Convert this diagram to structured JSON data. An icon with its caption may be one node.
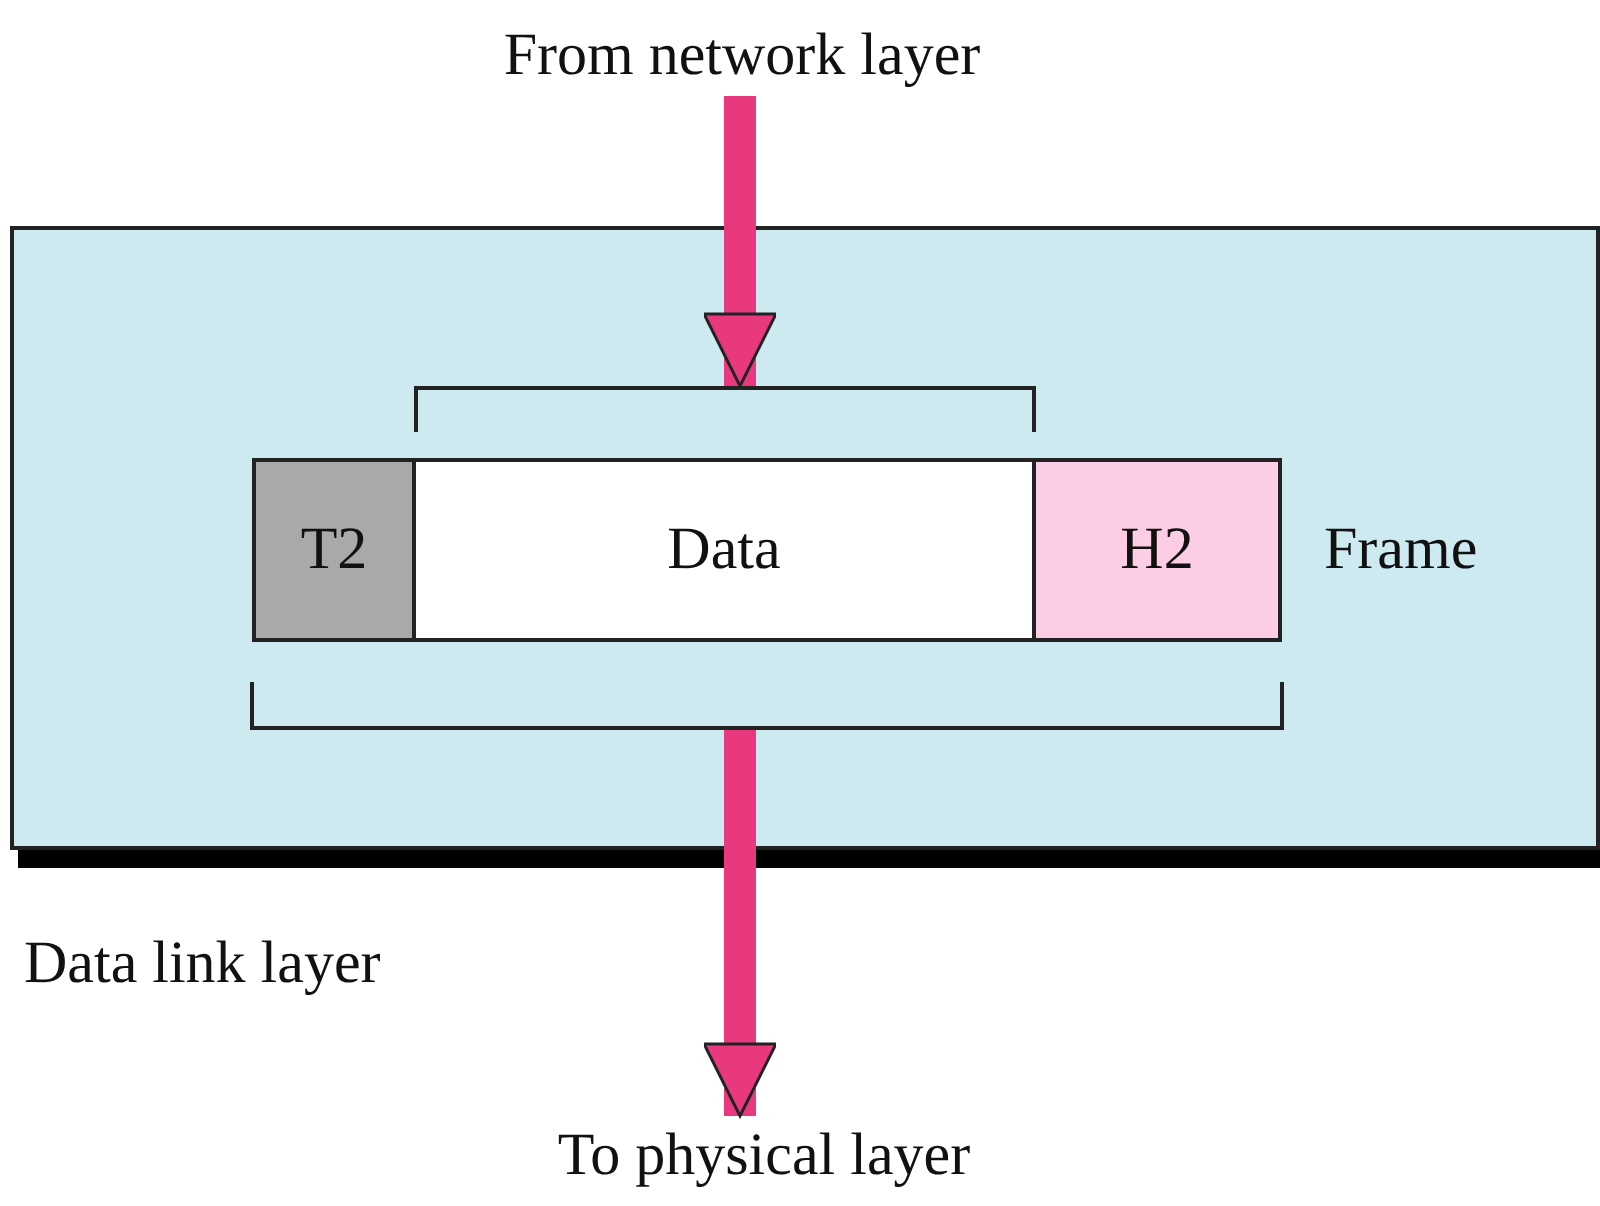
{
  "diagram": {
    "nodes": [
      {
        "text": [
          "From network layer"
        ]
      },
      {
        "text": [
          "Data link layer"
        ]
      },
      {
        "text": [],
        "shape": "bracket",
        "in": 1
      },
      {
        "text": [
          "T2"
        ],
        "in": 1
      },
      {
        "text": [
          "Data"
        ],
        "in": 1
      },
      {
        "text": [
          "H2"
        ],
        "in": 1
      },
      {
        "text": [],
        "shape": "bracket",
        "in": 1
      },
      {
        "text": [
          "To physical layer"
        ]
      }
    ],
    "edges": [
      {
        "from": 0,
        "to": 2,
        "arrow": "to"
      },
      {
        "from": 6,
        "to": 7,
        "arrow": "to"
      }
    ],
    "labels": [
      "Frame"
    ]
  }
}
